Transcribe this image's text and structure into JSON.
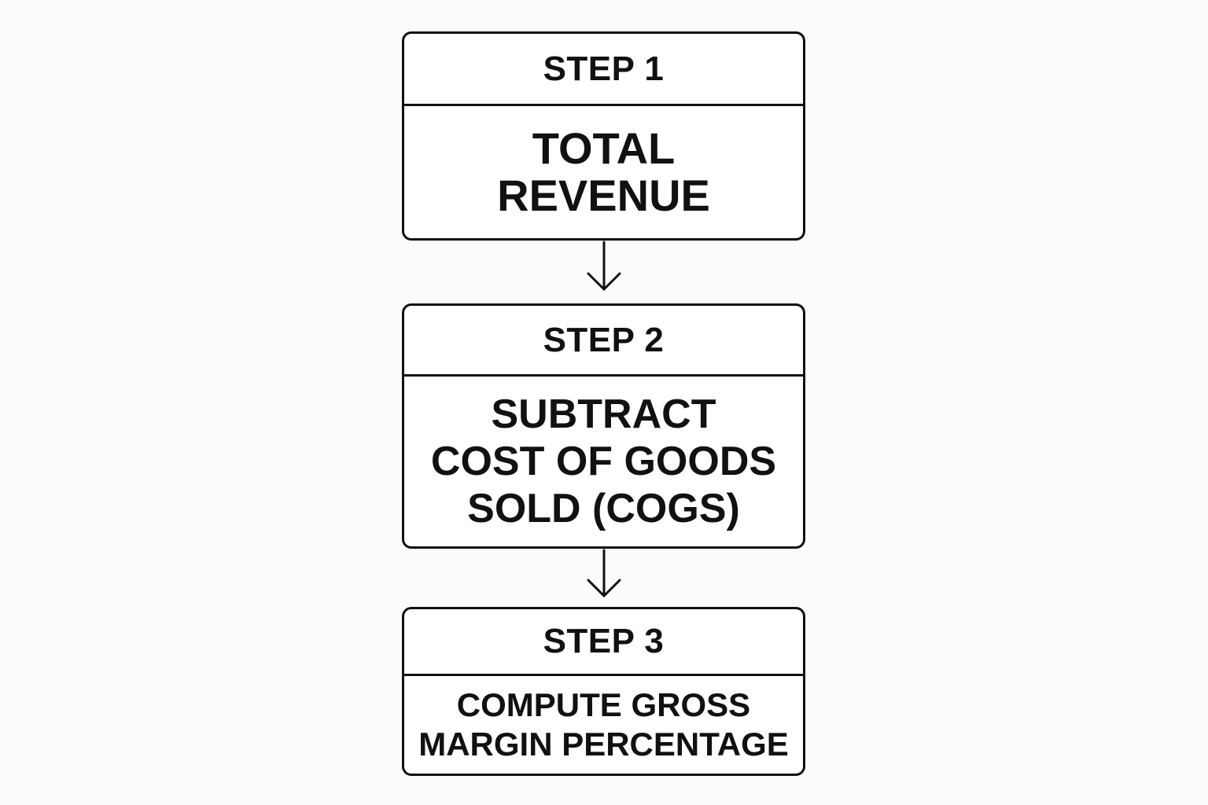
{
  "steps": [
    {
      "label": "STEP 1",
      "text": "TOTAL\nREVENUE"
    },
    {
      "label": "STEP 2",
      "text": "SUBTRACT\nCOST OF GOODS\nSOLD (COGS)"
    },
    {
      "label": "STEP 3",
      "text": "COMPUTE GROSS\nMARGIN PERCENTAGE"
    }
  ],
  "colors": {
    "stroke": "#111111",
    "background": "#fbfbfb",
    "box_fill": "#ffffff"
  },
  "icons": {
    "connector": "arrow-down-icon"
  }
}
